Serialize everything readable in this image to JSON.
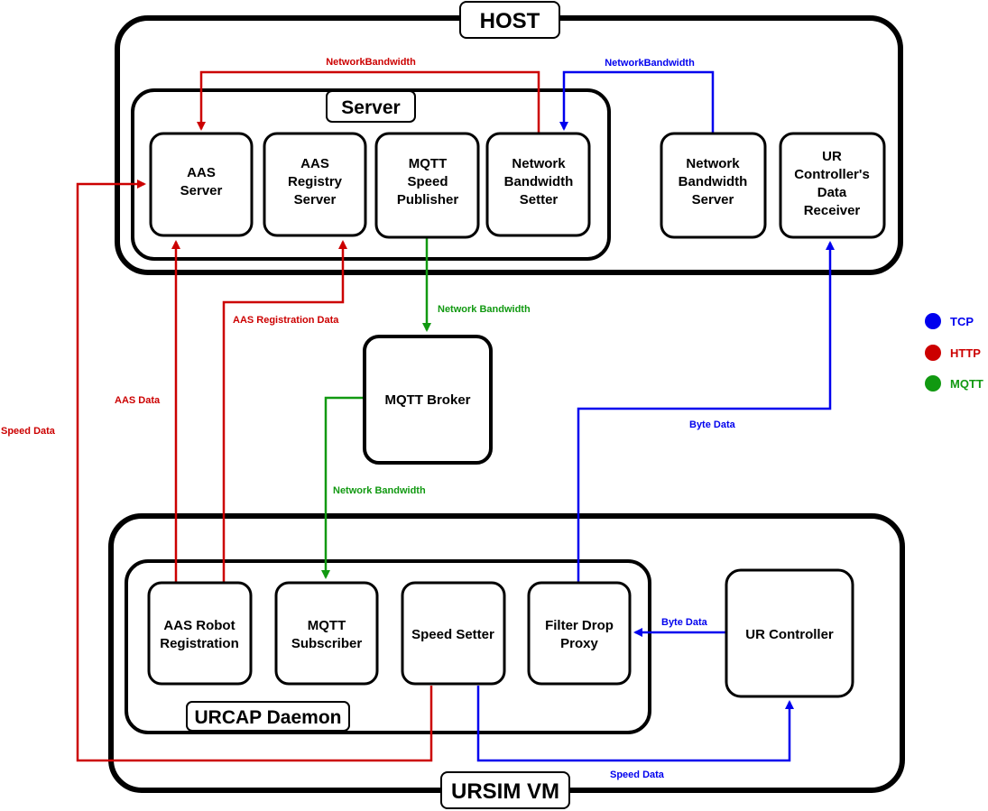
{
  "colors": {
    "tcp": "#0000ee",
    "http": "#cc0000",
    "mqtt": "#119911"
  },
  "containers": {
    "host": "HOST",
    "server": "Server",
    "ursim_vm": "URSIM VM",
    "urcap_daemon": "URCAP Daemon"
  },
  "nodes": {
    "aas_server": [
      "AAS",
      "Server"
    ],
    "aas_registry_server": [
      "AAS",
      "Registry",
      "Server"
    ],
    "mqtt_speed_publisher": [
      "MQTT",
      "Speed",
      "Publisher"
    ],
    "network_bandwidth_setter": [
      "Network",
      "Bandwidth",
      "Setter"
    ],
    "network_bandwidth_server": [
      "Network",
      "Bandwidth",
      "Server"
    ],
    "ur_controller_data_receiver": [
      "UR",
      "Controller's",
      "Data",
      "Receiver"
    ],
    "mqtt_broker": [
      "MQTT Broker"
    ],
    "aas_robot_registration": [
      "AAS Robot",
      "Registration"
    ],
    "mqtt_subscriber": [
      "MQTT",
      "Subscriber"
    ],
    "speed_setter": [
      "Speed Setter"
    ],
    "filter_drop_proxy": [
      "Filter Drop",
      "Proxy"
    ],
    "ur_controller": [
      "UR Controller"
    ]
  },
  "edges": {
    "nb_setter_to_aas": "NetworkBandwidth",
    "nb_server_to_setter": "NetworkBandwidth",
    "publisher_to_broker": "Network Bandwidth",
    "broker_to_subscriber": "Network Bandwidth",
    "registration_data": "AAS Registration Data",
    "aas_data": "AAS Data",
    "speed_data_http": "Speed Data",
    "byte_data_receiver": "Byte Data",
    "byte_data_proxy": "Byte Data",
    "speed_data_tcp": "Speed Data"
  },
  "legend": {
    "tcp": "TCP",
    "http": "HTTP",
    "mqtt": "MQTT"
  }
}
